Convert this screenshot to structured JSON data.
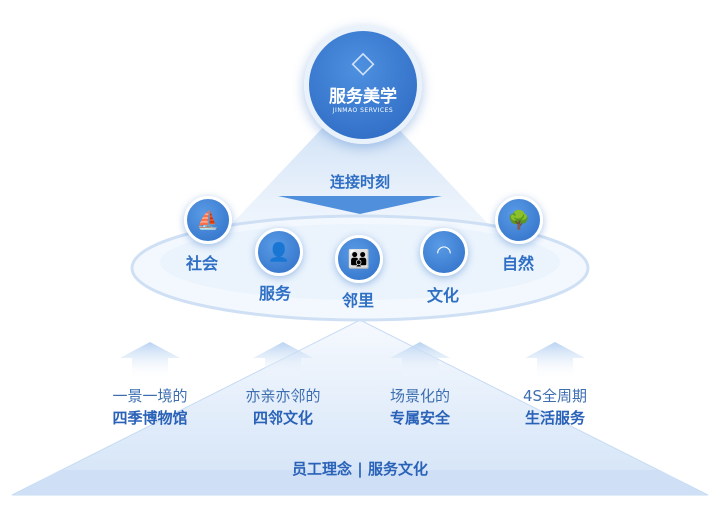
{
  "top": {
    "title": "服务美学",
    "subtitle": "JINMAO SERVICES",
    "icon": "diamond-icon"
  },
  "connector": "连接时刻",
  "nodes": [
    {
      "label": "社会",
      "icon": "ship-icon"
    },
    {
      "label": "服务",
      "icon": "person-icon"
    },
    {
      "label": "邻里",
      "icon": "family-icon"
    },
    {
      "label": "文化",
      "icon": "fan-icon"
    },
    {
      "label": "自然",
      "icon": "tree-icon"
    }
  ],
  "pillars": [
    {
      "line1": "一景一境的",
      "line2": "四季博物馆"
    },
    {
      "line1": "亦亲亦邻的",
      "line2": "四邻文化"
    },
    {
      "line1": "场景化的",
      "line2": "专属安全"
    },
    {
      "line1": "4S全周期",
      "line2": "生活服务"
    }
  ],
  "base": "员工理念 | 服务文化",
  "colors": {
    "primary": "#2f6fc4",
    "light": "#e6f0fb"
  }
}
